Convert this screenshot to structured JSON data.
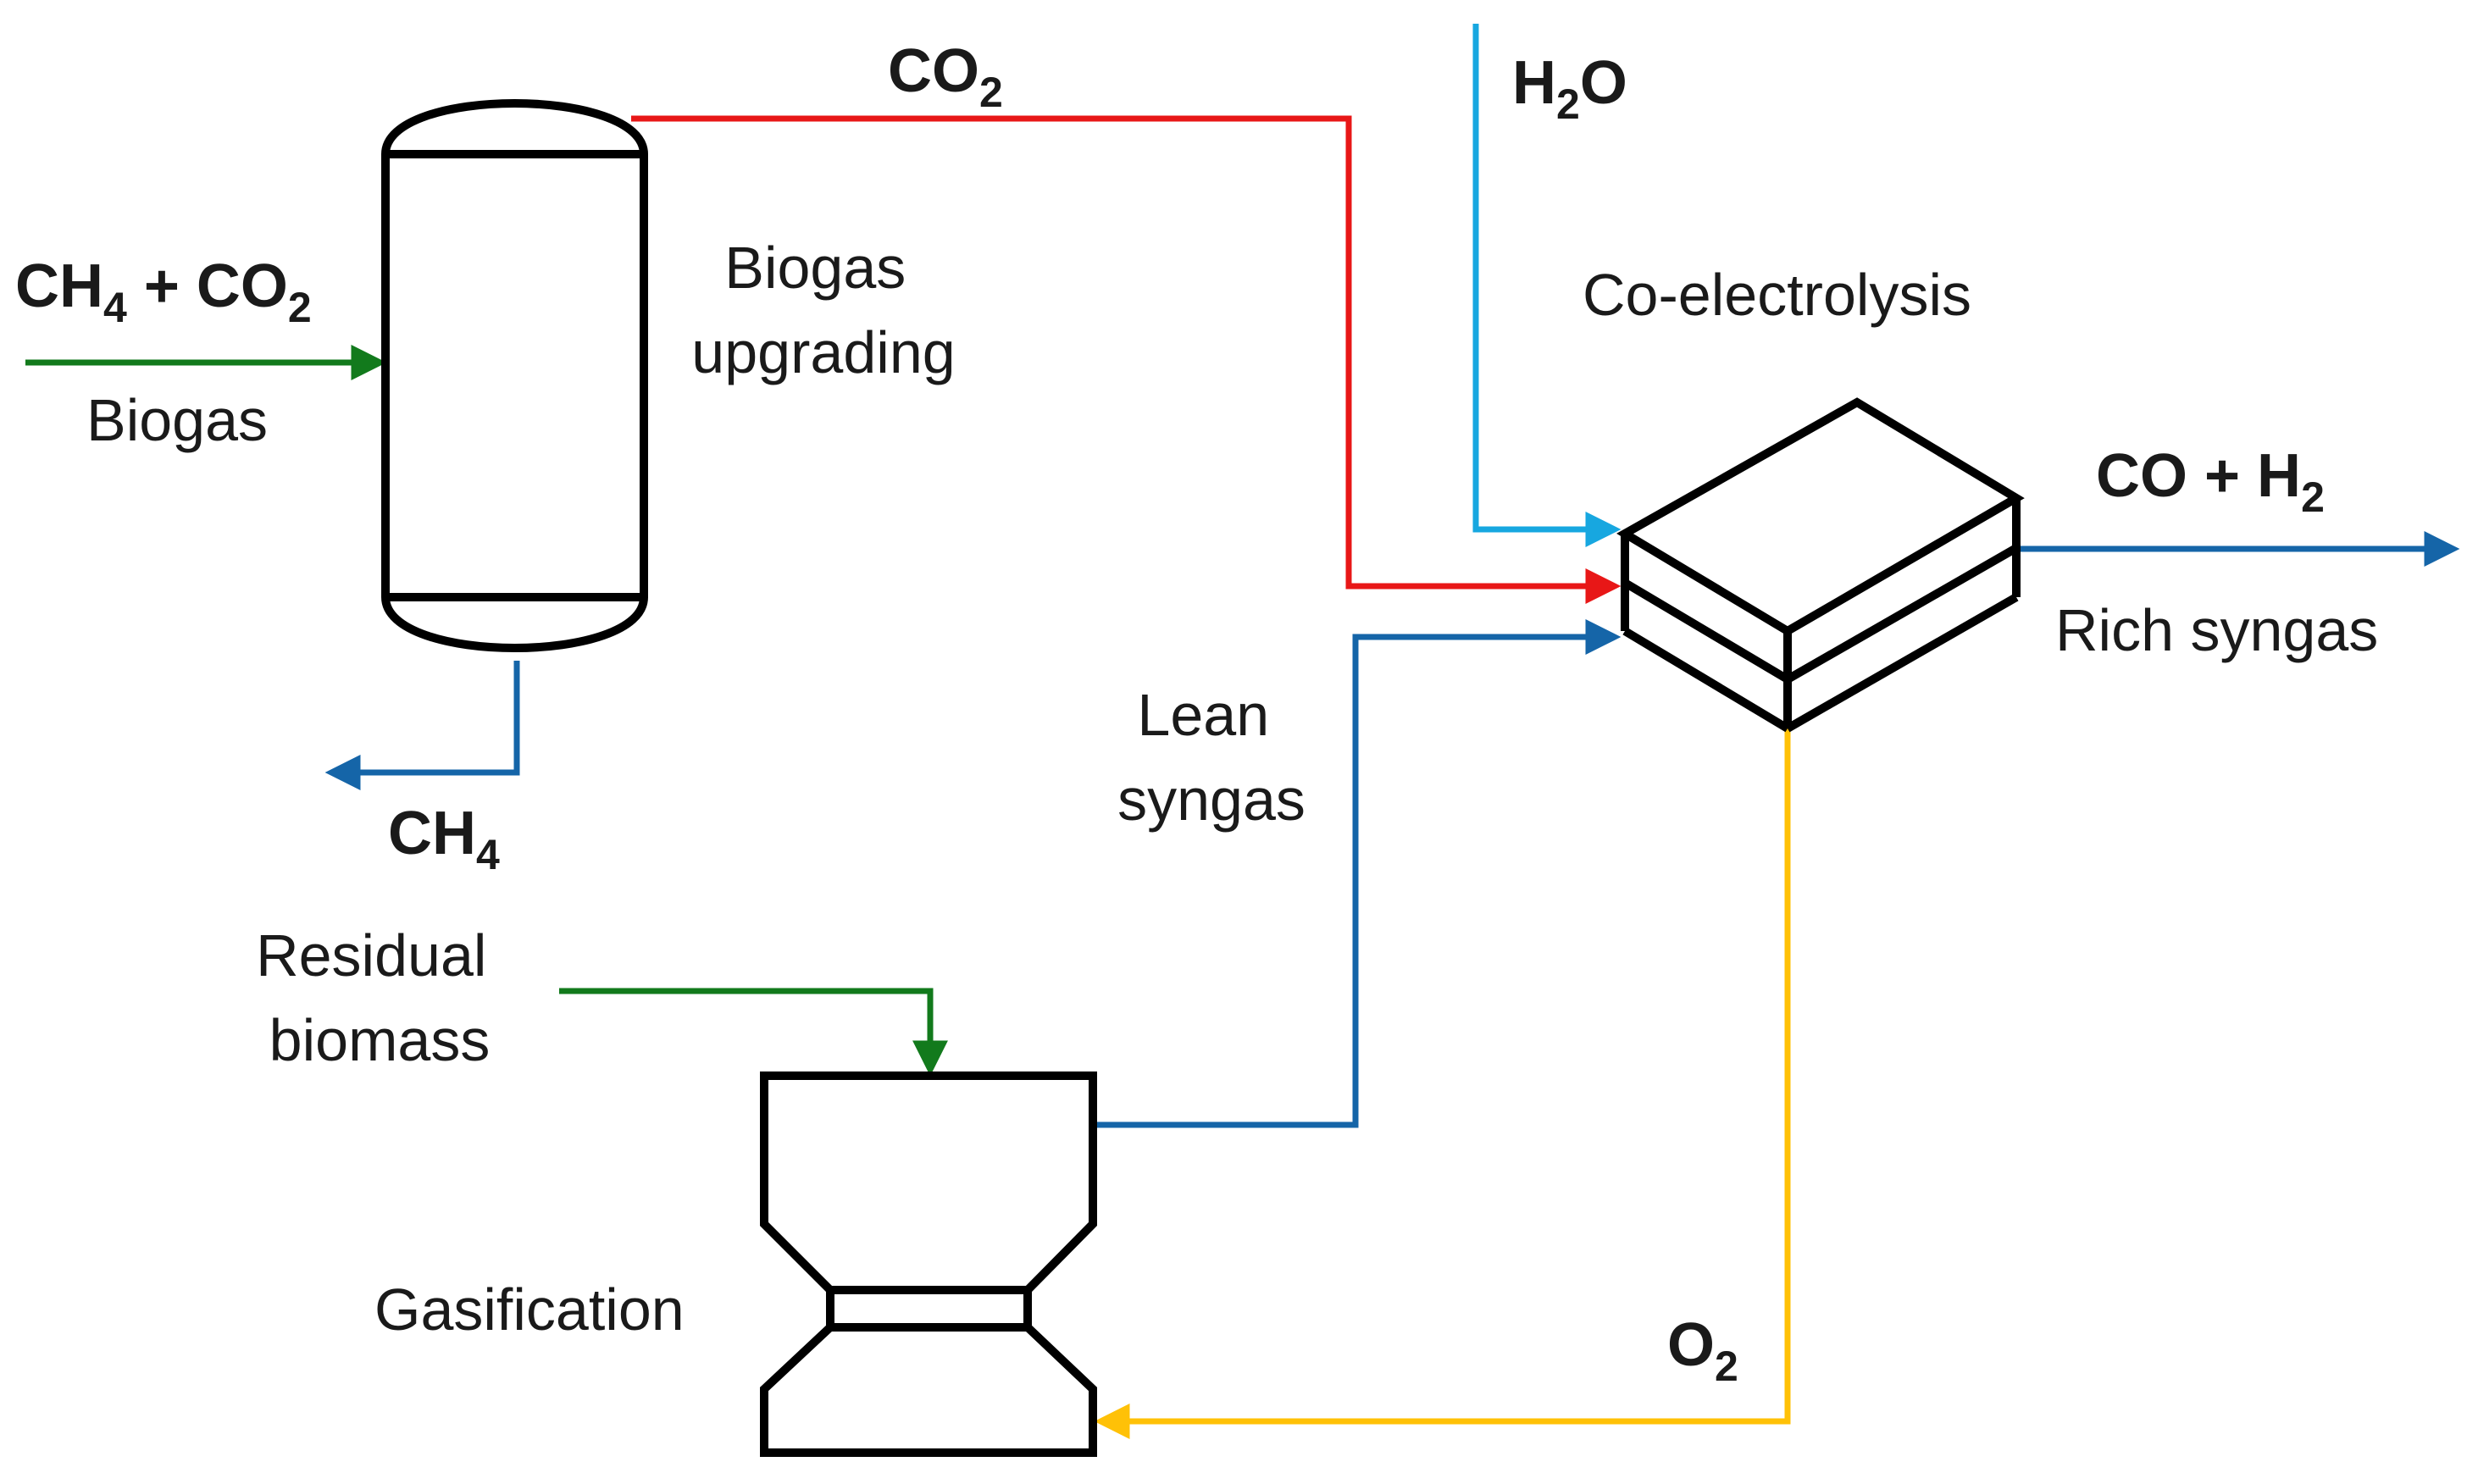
{
  "colors": {
    "green": "#127a1c",
    "red": "#e81717",
    "light_blue": "#17a7e0",
    "blue": "#1565a8",
    "yellow": "#ffc107",
    "black": "#000000"
  },
  "units": {
    "biogas_upgrading": [
      "Biogas",
      "upgrading"
    ],
    "co_electrolysis": "Co-electrolysis",
    "gasification": "Gasification"
  },
  "streams": {
    "biogas_in": {
      "formula": [
        "CH",
        "4",
        " + CO",
        "2"
      ],
      "label": "Biogas"
    },
    "co2": {
      "formula": [
        "CO",
        "2"
      ]
    },
    "h2o": {
      "formula": [
        "H",
        "2",
        "O"
      ]
    },
    "ch4_out": {
      "formula": [
        "CH",
        "4"
      ]
    },
    "rich_syngas": {
      "formula": [
        "CO + H",
        "2"
      ],
      "label": "Rich syngas"
    },
    "lean_syngas": {
      "label": [
        "Lean",
        "syngas"
      ]
    },
    "residual_biomass": {
      "label": [
        "Residual",
        "biomass"
      ]
    },
    "o2": {
      "formula": [
        "O",
        "2"
      ]
    }
  }
}
